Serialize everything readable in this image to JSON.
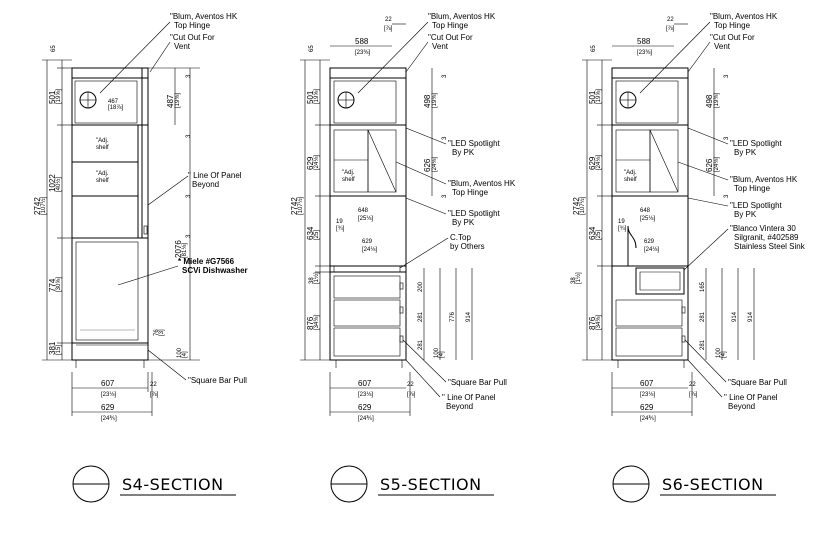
{
  "sections": [
    {
      "title": "S4-SECTION",
      "dims": {
        "total_h": "2742",
        "total_h_in": "[107½]",
        "top_gap": "65",
        "top_gap_in": "[2½]",
        "top_box": "501",
        "top_box_in": "[19⅝]",
        "mid": "1022",
        "mid_in": "[40½]",
        "lower": "774",
        "lower_in": "[30⅝]",
        "base": "381",
        "base_in": "[15]",
        "r_top": "487",
        "r_top_in": "[19⅜]",
        "r_tall": "2076",
        "r_tall_in": "[81⅛]",
        "r_small": "76",
        "r_small_in": "[3]",
        "r_foot": "100",
        "r_foot_in": "[4]",
        "r3a": "3",
        "r3b": "3",
        "r3c": "3",
        "r3d": "3",
        "w1": "607",
        "w1_in": "[23⅛]",
        "w2": "22",
        "w2_in": "[⅞]",
        "w3": "629",
        "w3_in": "[24⅗]",
        "shelf1": "\"Adj.",
        "shelf1b": "shelf",
        "shelf2": "\"Adj.",
        "shelf2b": "shelf",
        "small1": "467",
        "small2": "[18⅞]"
      },
      "notes": {
        "n1": "\"Blum, Aventos HK",
        "n1b": "Top Hinge",
        "n2": "\"Cut Out For",
        "n2b": "Vent",
        "n3": "\" Line Of Panel",
        "n3b": "Beyond",
        "n4": "* Miele #G7566",
        "n4b": "SCVi Dishwasher",
        "n5": "\"Square Bar Pull"
      }
    },
    {
      "title": "S5-SECTION",
      "dims": {
        "total_h": "2742",
        "total_h_in": "[107½]",
        "top_gap": "65",
        "top_box": "501",
        "top_box_in": "[19⅝]",
        "d_top": "22",
        "d_top_in": "[⅞]",
        "w_top": "588",
        "w_top_in": "[23⅜]",
        "r_top": "498",
        "r_top_in": "[19⅜]",
        "mid": "629",
        "mid_in": "[24⅛]",
        "mid_r": "626",
        "mid_r_in": "[24⅛]",
        "sp": "19",
        "sp_in": "[¾]",
        "c634": "634",
        "c634_in": "[25]",
        "w648": "648",
        "w648_in": "[25⅛]",
        "w629": "629",
        "w629_in": "[24⅛]",
        "ct": "38",
        "ct_in": "[1½]",
        "lower": "876",
        "lower_in": "[34⅜]",
        "d1": "200",
        "d2": "281",
        "d3": "281",
        "d4": "776",
        "d5": "914",
        "d6": "100",
        "d6_in": "[4]",
        "r3a": "3",
        "r3b": "3",
        "r3c": "3",
        "w1": "607",
        "w1_in": "[23⅛]",
        "w2": "22",
        "w2_in": "[⅞]",
        "w3": "629",
        "w3_in": "[24⅗]",
        "shelf1": "\"Adj.",
        "shelf1b": "shelf"
      },
      "notes": {
        "n1": "\"Blum, Aventos HK",
        "n1b": "Top Hinge",
        "n2": "\"Cut Out For",
        "n2b": "Vent",
        "n3": "\"LED Spotlight",
        "n3b": "By PK",
        "n4": "\"Blum, Aventos HK",
        "n4b": "Top Hinge",
        "n5": "\"LED Spotlight",
        "n5b": "By PK",
        "n6": "C.Top",
        "n6b": "by Others",
        "n7": "\"Square Bar Pull",
        "n8": "\" Line Of Panel",
        "n8b": "Beyond"
      }
    },
    {
      "title": "S6-SECTION",
      "dims": {
        "total_h": "2742",
        "total_h_in": "[107½]",
        "top_gap": "65",
        "top_box": "501",
        "top_box_in": "[19⅝]",
        "d_top": "22",
        "d_top_in": "[⅞]",
        "w_top": "588",
        "w_top_in": "[23⅜]",
        "r_top": "498",
        "r_top_in": "[19⅜]",
        "mid": "629",
        "mid_in": "[24⅛]",
        "mid_r": "626",
        "mid_r_in": "[24⅛]",
        "sp": "19",
        "sp_in": "[¾]",
        "c634": "634",
        "c634_in": "[25]",
        "w648": "648",
        "w648_in": "[25⅛]",
        "w629": "629",
        "w629_in": "[24⅛]",
        "ct": "38",
        "ct_in": "[1½]",
        "lower": "876",
        "lower_in": "[34⅜]",
        "d1": "165",
        "d2": "281",
        "d3": "281",
        "d4": "914",
        "d5": "914",
        "d6": "100",
        "d6_in": "[4]",
        "r3a": "3",
        "r3b": "3",
        "r3c": "3",
        "w1": "607",
        "w1_in": "[23⅛]",
        "w2": "22",
        "w2_in": "[⅞]",
        "w3": "629",
        "w3_in": "[24⅗]",
        "shelf1": "\"Adj.",
        "shelf1b": "shelf"
      },
      "notes": {
        "n1": "\"Blum, Aventos HK",
        "n1b": "Top Hinge",
        "n2": "\"Cut Out For",
        "n2b": "Vent",
        "n3": "\"LED Spotlight",
        "n3b": "By PK",
        "n4": "\"Blum, Aventos HK",
        "n4b": "Top Hinge",
        "n5": "\"LED Spotlight",
        "n5b": "By PK",
        "n6": "\"Blanco Vintera 30",
        "n6b": "Silgranit, #402589",
        "n6c": "Stainless Steel Sink",
        "n7": "\"Square Bar Pull",
        "n8": "\" Line Of Panel",
        "n8b": "Beyond"
      }
    }
  ]
}
